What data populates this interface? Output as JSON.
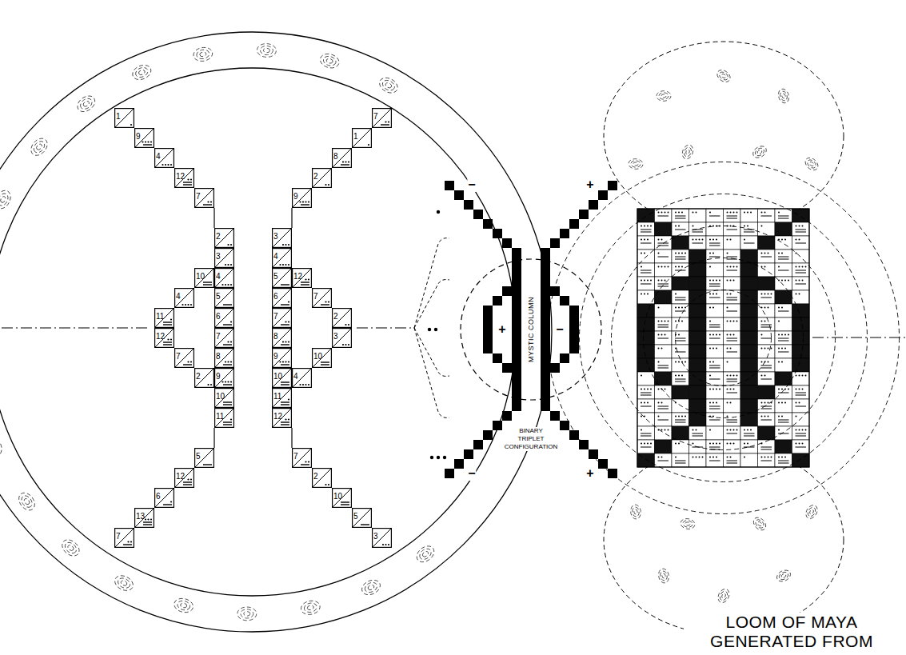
{
  "diagram": {
    "title": "LOOM OF MAYA GENERATED FROM",
    "nodes": [
      {
        "text": [
          "1"
        ]
      },
      {
        "text": [
          "9"
        ]
      },
      {
        "text": [
          "4"
        ]
      },
      {
        "text": [
          "12"
        ]
      },
      {
        "text": [
          "7"
        ]
      },
      {
        "text": [
          "2"
        ]
      },
      {
        "text": [
          "3"
        ]
      },
      {
        "text": [
          "4"
        ]
      },
      {
        "text": [
          "5"
        ]
      },
      {
        "text": [
          "6"
        ]
      },
      {
        "text": [
          "7"
        ]
      },
      {
        "text": [
          "8"
        ]
      },
      {
        "text": [
          "9"
        ]
      },
      {
        "text": [
          "10"
        ]
      },
      {
        "text": [
          "11"
        ]
      },
      {
        "text": [
          "10"
        ]
      },
      {
        "text": [
          "4"
        ]
      },
      {
        "text": [
          "11"
        ]
      },
      {
        "text": [
          "12"
        ]
      },
      {
        "text": [
          "7"
        ]
      },
      {
        "text": [
          "2"
        ]
      },
      {
        "text": [
          "5"
        ]
      },
      {
        "text": [
          "12"
        ]
      },
      {
        "text": [
          "6"
        ]
      },
      {
        "text": [
          "13"
        ]
      },
      {
        "text": [
          "7"
        ]
      },
      {
        "text": [
          "7"
        ]
      },
      {
        "text": [
          "1"
        ]
      },
      {
        "text": [
          "8"
        ]
      },
      {
        "text": [
          "2"
        ]
      },
      {
        "text": [
          "9"
        ]
      },
      {
        "text": [
          "3"
        ]
      },
      {
        "text": [
          "4"
        ]
      },
      {
        "text": [
          "5"
        ]
      },
      {
        "text": [
          "6"
        ]
      },
      {
        "text": [
          "7"
        ]
      },
      {
        "text": [
          "8"
        ]
      },
      {
        "text": [
          "9"
        ]
      },
      {
        "text": [
          "10"
        ]
      },
      {
        "text": [
          "11"
        ]
      },
      {
        "text": [
          "12"
        ]
      },
      {
        "text": [
          "12"
        ]
      },
      {
        "text": [
          "7"
        ]
      },
      {
        "text": [
          "2"
        ]
      },
      {
        "text": [
          "3"
        ]
      },
      {
        "text": [
          "10"
        ]
      },
      {
        "text": [
          "4"
        ]
      },
      {
        "text": [
          "7"
        ]
      },
      {
        "text": [
          "2"
        ]
      },
      {
        "text": [
          "10"
        ]
      },
      {
        "text": [
          "5"
        ]
      },
      {
        "text": [
          "3"
        ]
      }
    ],
    "labels": [
      "−",
      "+",
      "+",
      "MYSTIC COLUMN",
      "−",
      "BINARY TRIPLET CONFIGURATION",
      "−",
      "+"
    ]
  }
}
